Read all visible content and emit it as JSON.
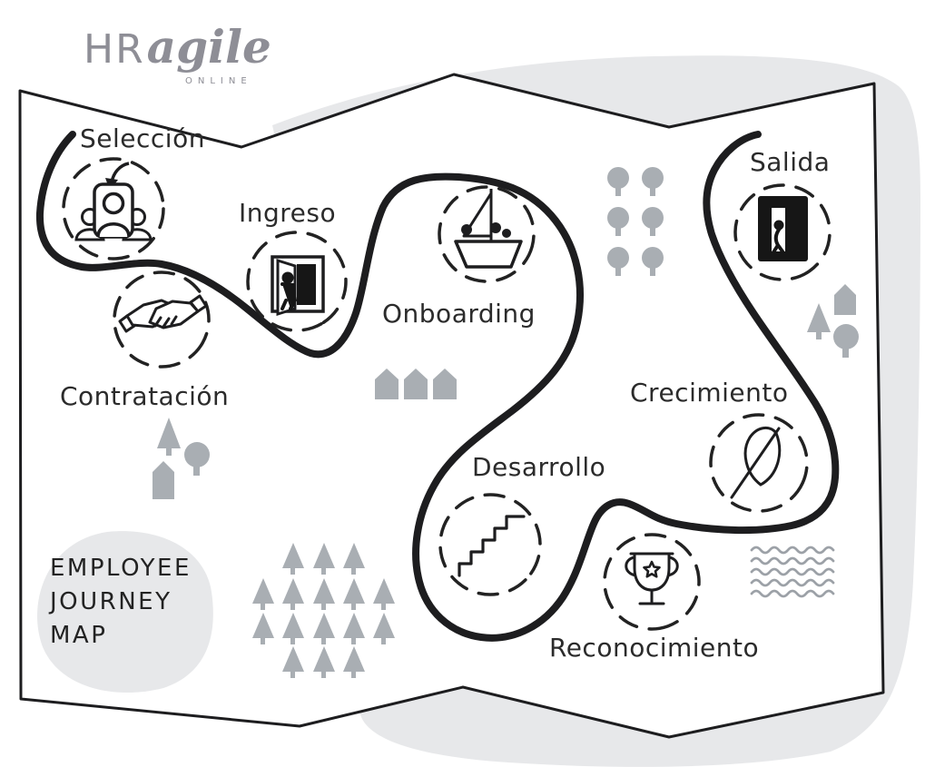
{
  "logo": {
    "hr": "HR",
    "script": "agile",
    "subtitle": "ONLINE"
  },
  "title_block": {
    "lines": [
      "EMPLOYEE",
      "JOURNEY",
      "MAP"
    ]
  },
  "stages": [
    {
      "label": "Selección",
      "icon": "candidate-selection-icon"
    },
    {
      "label": "Contratación",
      "icon": "handshake-icon"
    },
    {
      "label": "Ingreso",
      "icon": "door-entry-icon"
    },
    {
      "label": "Onboarding",
      "icon": "sailboat-icon"
    },
    {
      "label": "Desarrollo",
      "icon": "stairs-icon"
    },
    {
      "label": "Reconocimiento",
      "icon": "trophy-icon"
    },
    {
      "label": "Crecimiento",
      "icon": "leaf-icon"
    },
    {
      "label": "Salida",
      "icon": "door-exit-icon"
    }
  ],
  "decorations": {
    "round_trees": "round-tree-icon",
    "pine_trees": "pine-tree-icon",
    "houses": "house-icon",
    "waves": "water-waves-icon"
  },
  "colors": {
    "line": "#1d1d1f",
    "decoration_gray": "#a9aeb3",
    "background_blob": "#e7e8ea",
    "logo_gray": "#8e8e96",
    "text": "#2b2b2b"
  }
}
